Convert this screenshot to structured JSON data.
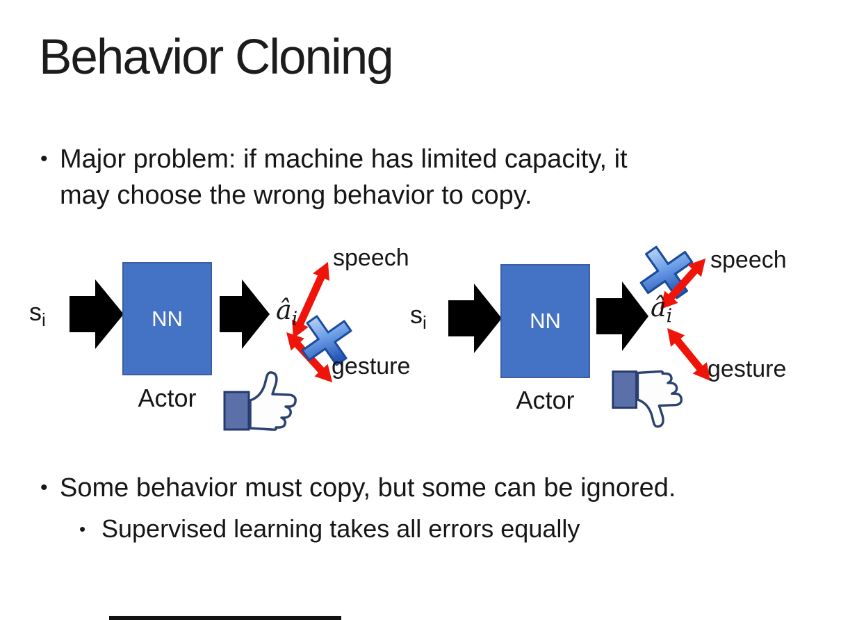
{
  "slide": {
    "title": "Behavior Cloning",
    "bullet_char": "•",
    "bullets": {
      "b1_line1": "Major problem: if machine has limited capacity, it",
      "b1_line2": "may choose the wrong behavior to copy.",
      "b2": "Some behavior must copy, but some can be ignored.",
      "b2_sub": "Supervised learning takes all errors equally"
    },
    "diagram_left": {
      "input": "s",
      "input_sub": "i",
      "box_label": "NN",
      "output": "â",
      "output_sub": "i",
      "actor_label": "Actor",
      "speech_label": "speech",
      "gesture_label": "gesture",
      "crossed_out": "gesture",
      "feedback_icon": "thumbs-up"
    },
    "diagram_right": {
      "input": "s",
      "input_sub": "i",
      "box_label": "NN",
      "output": "â",
      "output_sub": "i",
      "actor_label": "Actor",
      "speech_label": "speech",
      "gesture_label": "gesture",
      "crossed_out": "speech",
      "feedback_icon": "thumbs-down"
    },
    "colors": {
      "nn_box_fill": "#4472C4",
      "nn_box_border": "#3A5FA5",
      "block_arrow": "#000000",
      "relation_arrow_red": "#EE1409",
      "cross_blue_light": "#BFD8F7",
      "cross_blue_dark": "#2758B8",
      "thumb_outline_navy": "#2B4170",
      "thumb_cuff_fill": "#5B6FA8"
    }
  }
}
